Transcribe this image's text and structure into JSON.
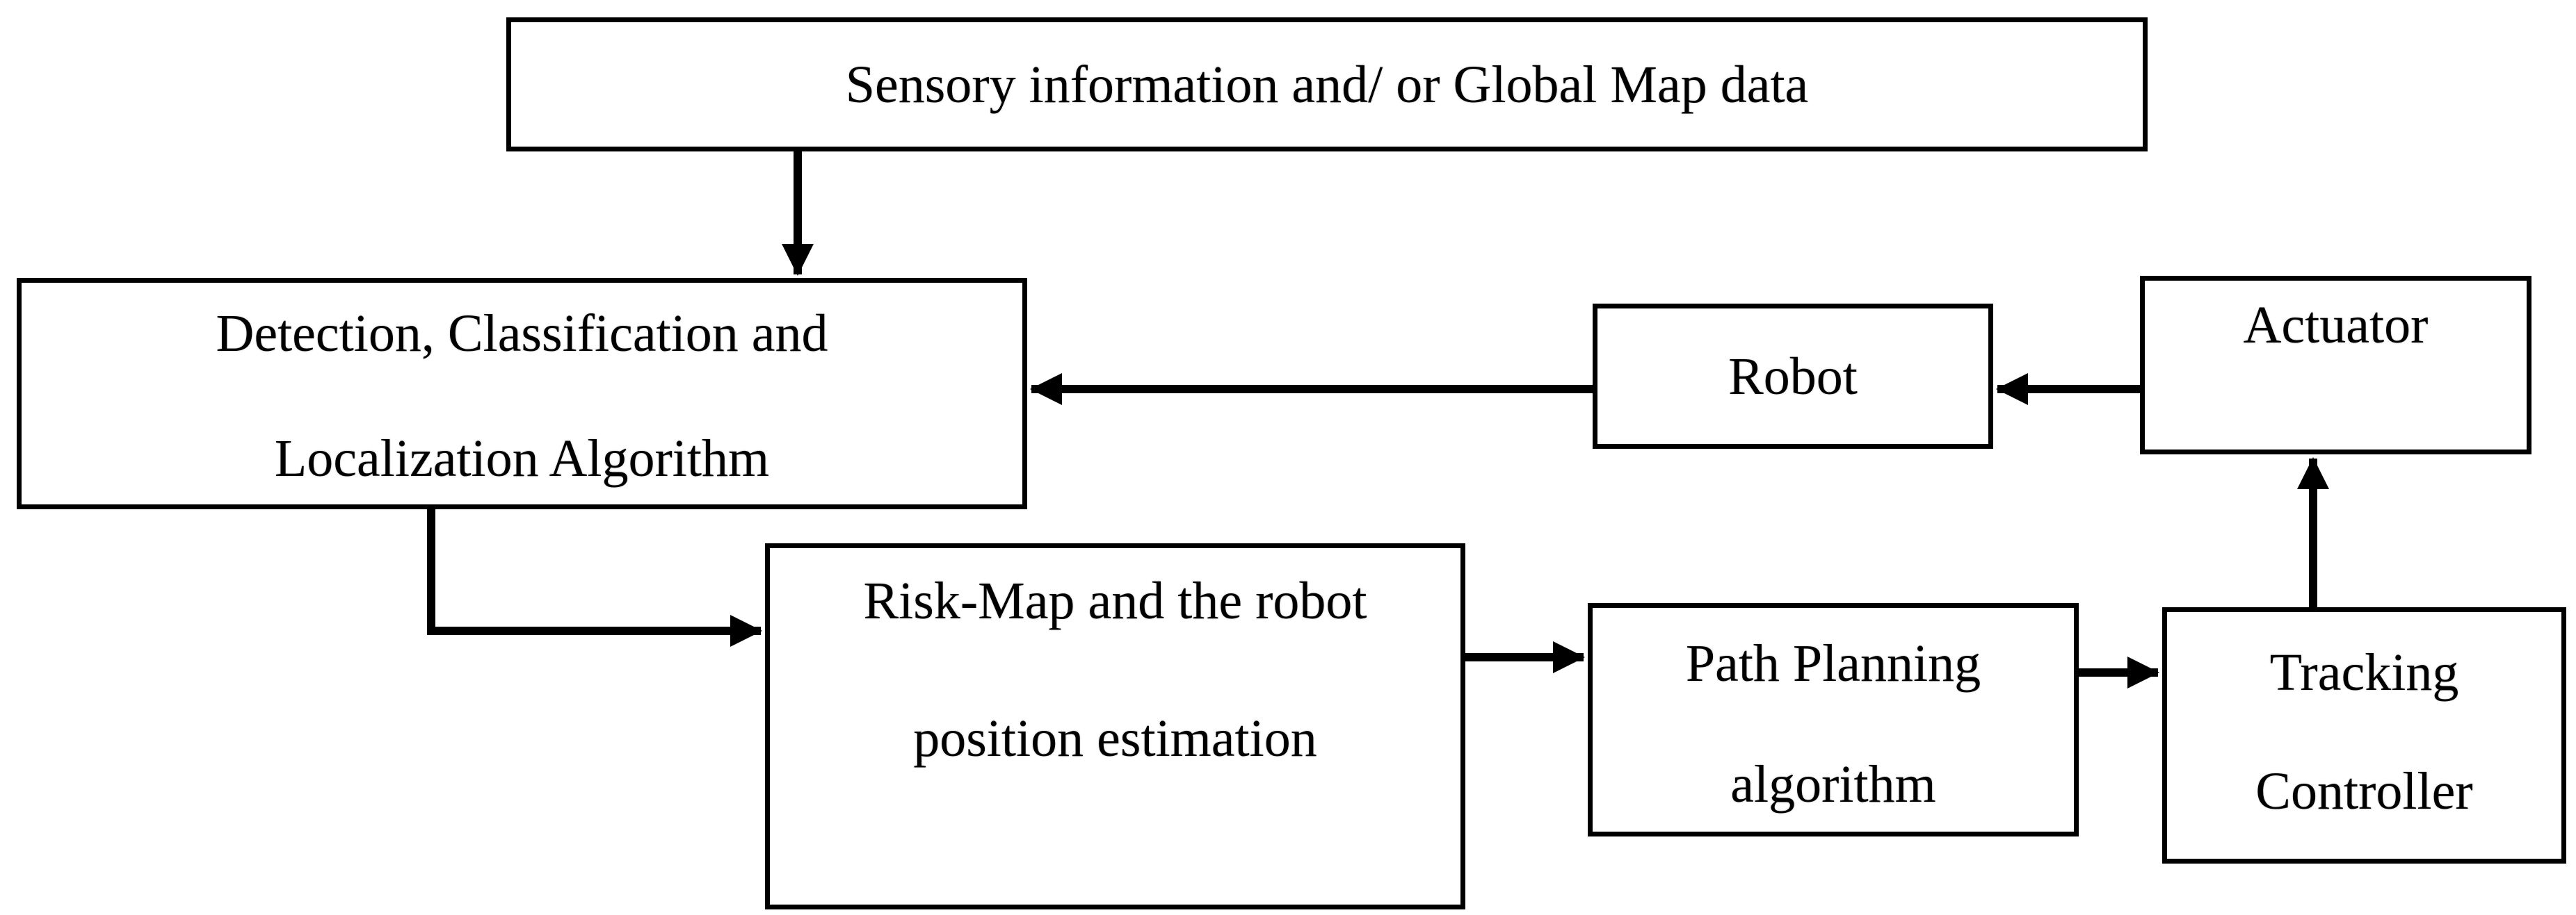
{
  "diagram": {
    "type": "flowchart",
    "boxes": {
      "sensory": {
        "label": "Sensory information and/ or Global Map data"
      },
      "detection": {
        "line1": "Detection, Classification and",
        "line2": "Localization Algorithm"
      },
      "robot": {
        "label": "Robot"
      },
      "actuator": {
        "label": "Actuator"
      },
      "risk_map": {
        "line1": "Risk-Map and the robot",
        "line2": "position estimation"
      },
      "path_planning": {
        "line1": "Path Planning",
        "line2": "algorithm"
      },
      "tracking": {
        "line1": "Tracking",
        "line2": "Controller"
      }
    },
    "connections": [
      {
        "from": "sensory",
        "to": "detection"
      },
      {
        "from": "robot",
        "to": "detection"
      },
      {
        "from": "actuator",
        "to": "robot"
      },
      {
        "from": "detection",
        "to": "risk_map"
      },
      {
        "from": "risk_map",
        "to": "path_planning"
      },
      {
        "from": "path_planning",
        "to": "tracking"
      },
      {
        "from": "tracking",
        "to": "actuator"
      }
    ],
    "colors": {
      "background": "#ffffff",
      "box_fill": "#ffffff",
      "box_border": "#000000",
      "text": "#000000",
      "arrow": "#000000"
    }
  }
}
